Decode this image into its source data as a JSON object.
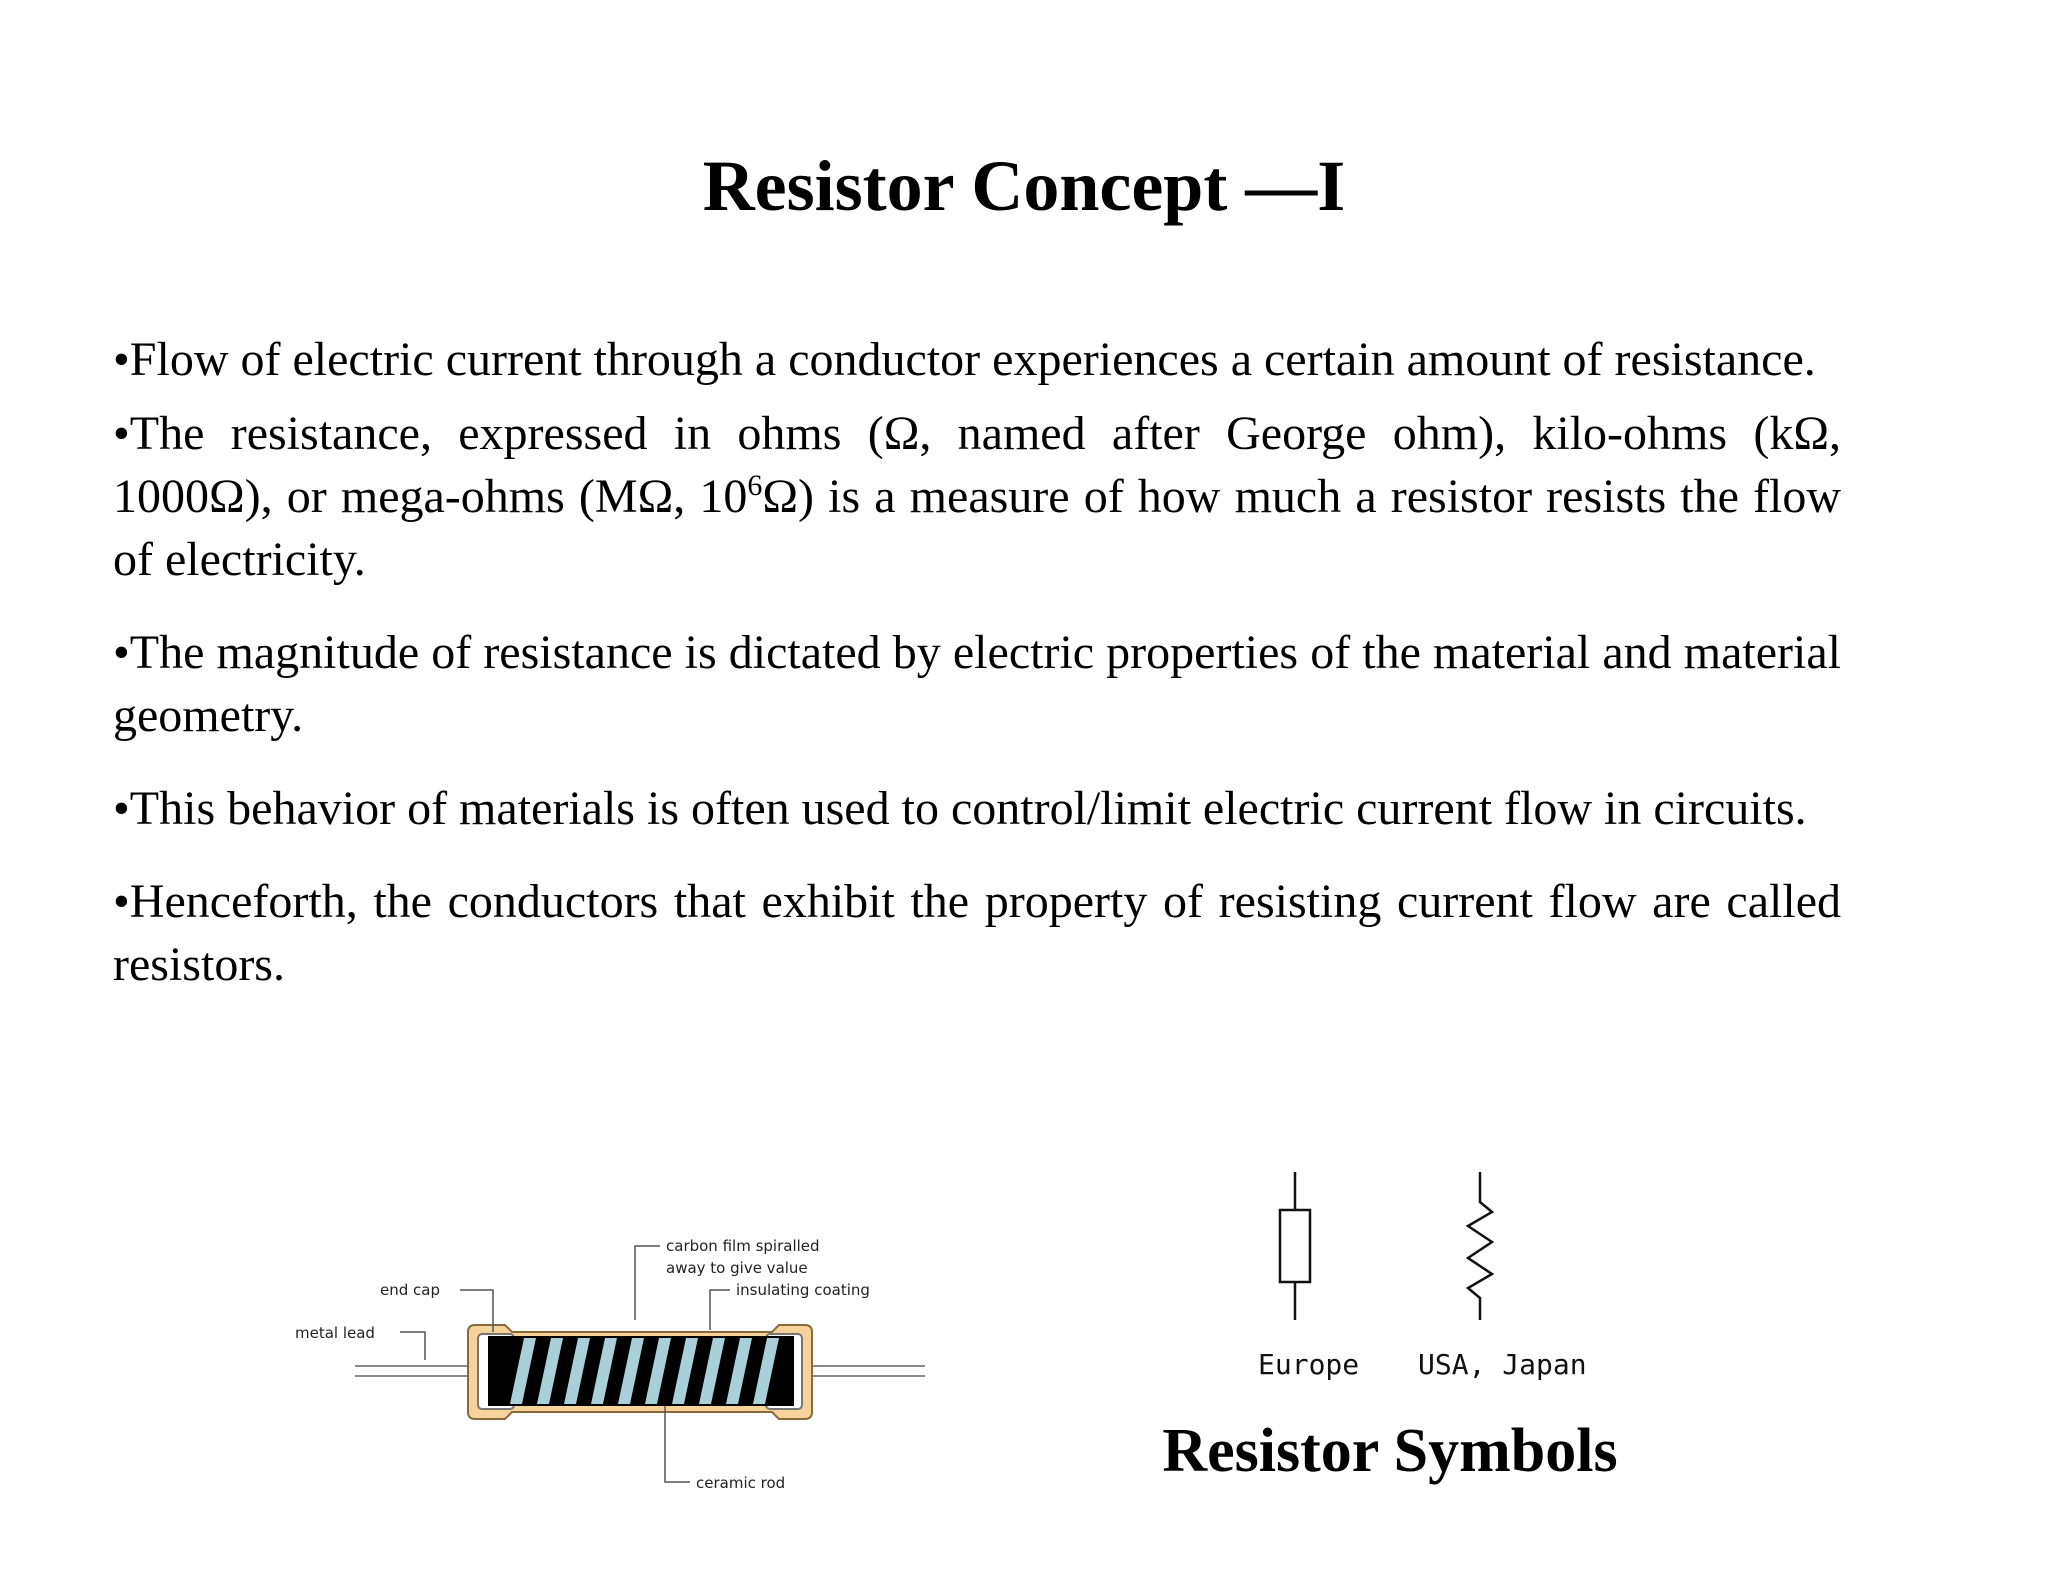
{
  "title": "Resistor Concept —I",
  "bullets": [
    {
      "pre": "•Flow of electric current through a conductor experiences a certain amount of resistance."
    },
    {
      "pre": "•The resistance, expressed in ohms (Ω, named after George ohm), kilo-ohms (kΩ, 1000Ω), or mega-ohms (MΩ, 10",
      "sup": "6",
      "post": "Ω) is a measure of how much a resistor resists the flow of electricity."
    },
    {
      "pre": "•The magnitude of resistance is dictated by electric properties of the material and material geometry."
    },
    {
      "pre": "•This behavior of materials is often used to control/limit electric current flow in circuits."
    },
    {
      "pre": "•Henceforth, the conductors that exhibit the property of resisting current flow are called resistors."
    }
  ],
  "diagram": {
    "labels": {
      "carbon_film_1": "carbon film spiralled",
      "carbon_film_2": "away to give value",
      "end_cap": "end cap",
      "insulating_coating": "insulating coating",
      "metal_lead": "metal lead",
      "ceramic_rod": "ceramic rod"
    },
    "colors": {
      "coating": "#f5d39a",
      "coating_stroke": "#8a6a3a",
      "film": "#000000",
      "stripe": "#a9cfd8"
    }
  },
  "symbols": {
    "title": "Resistor Symbols",
    "europe_label": "Europe",
    "usa_label": "USA, Japan"
  }
}
